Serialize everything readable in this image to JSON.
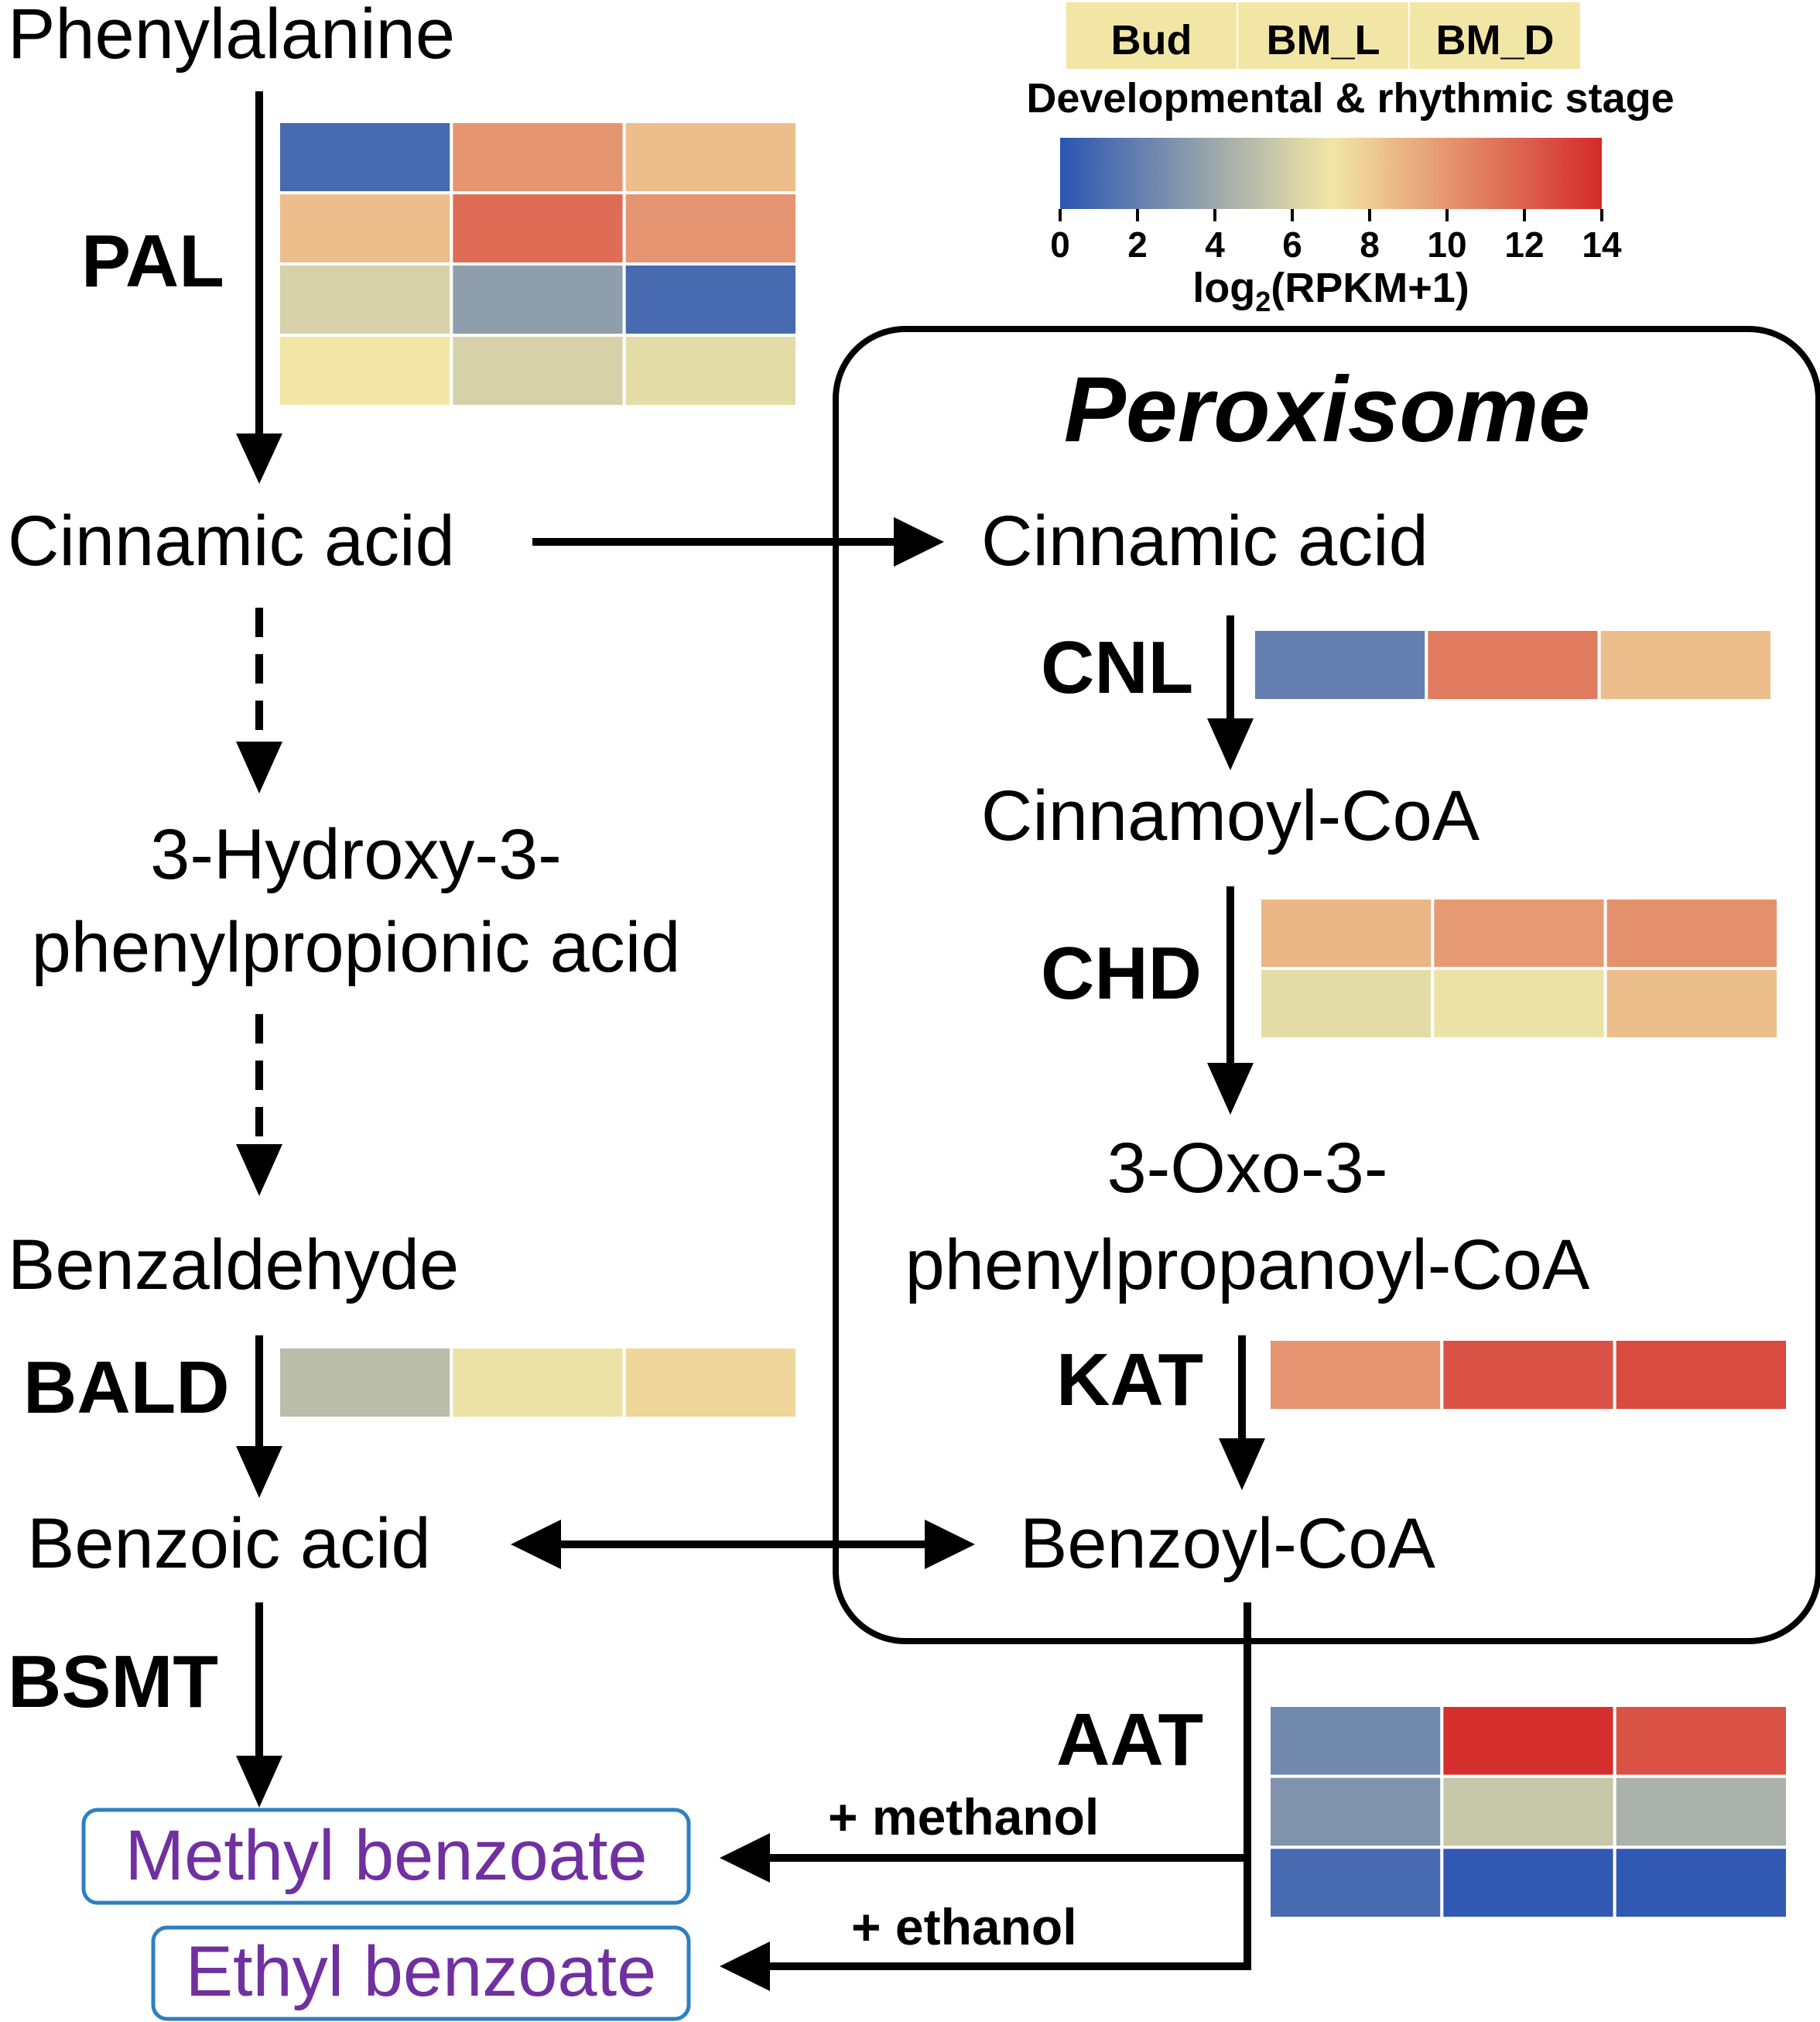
{
  "metabolites": {
    "phenylalanine": "Phenylalanine",
    "cinnamic_acid_cyto": "Cinnamic acid",
    "hydroxy_line1": "3-Hydroxy-3-",
    "hydroxy_line2": "phenylpropionic acid",
    "benzaldehyde": "Benzaldehyde",
    "benzoic_acid": "Benzoic acid",
    "cinnamic_acid_perox": "Cinnamic acid",
    "cinnamoyl_coa": "Cinnamoyl-CoA",
    "oxo_line1": "3-Oxo-3-",
    "oxo_line2": "phenylpropanoyl-CoA",
    "benzoyl_coa": "Benzoyl-CoA"
  },
  "products": {
    "methyl_benzoate": "Methyl benzoate",
    "ethyl_benzoate": "Ethyl benzoate"
  },
  "cosubstrates": {
    "methanol": "+ methanol",
    "ethanol": "+ ethanol"
  },
  "compartment": {
    "label": "Peroxisome"
  },
  "enzymes": {
    "PAL": "PAL",
    "BALD": "BALD",
    "BSMT": "BSMT",
    "CNL": "CNL",
    "CHD": "CHD",
    "KAT": "KAT",
    "AAT": "AAT"
  },
  "legend": {
    "stages": [
      "Bud",
      "BM_L",
      "BM_D"
    ],
    "stage_color": "#f2e6a6",
    "stage_title": "Developmental & rhythmic stage",
    "scale_ticks": [
      "0",
      "2",
      "4",
      "6",
      "8",
      "10",
      "12",
      "14"
    ],
    "scale_min": 0,
    "scale_max": 14,
    "scale_label_main": "log",
    "scale_label_sub": "2",
    "scale_label_rest": "(RPKM+1)",
    "gradient_stops": [
      "#2b55b3",
      "#f2e6a6",
      "#d42a2a"
    ]
  },
  "heatmaps": {
    "PAL": [
      [
        1.0,
        10.0,
        8.5
      ],
      [
        8.5,
        11.5,
        10.0
      ],
      [
        6.0,
        3.5,
        1.0
      ],
      [
        7.0,
        6.0,
        6.5
      ]
    ],
    "CNL": [
      [
        2.0,
        11.0,
        8.5
      ]
    ],
    "CHD": [
      [
        8.8,
        9.8,
        10.2
      ],
      [
        6.5,
        6.8,
        8.5
      ]
    ],
    "BALD": [
      [
        5.0,
        6.8,
        7.6
      ]
    ],
    "KAT": [
      [
        10.0,
        12.5,
        12.8
      ]
    ],
    "AAT": [
      [
        2.5,
        13.8,
        12.5
      ],
      [
        3.0,
        5.5,
        4.5
      ],
      [
        1.0,
        0.2,
        0.2
      ]
    ]
  },
  "colors": {
    "arrow": "#000000",
    "product_text": "#7030a0",
    "product_border": "#2e7fc1"
  }
}
